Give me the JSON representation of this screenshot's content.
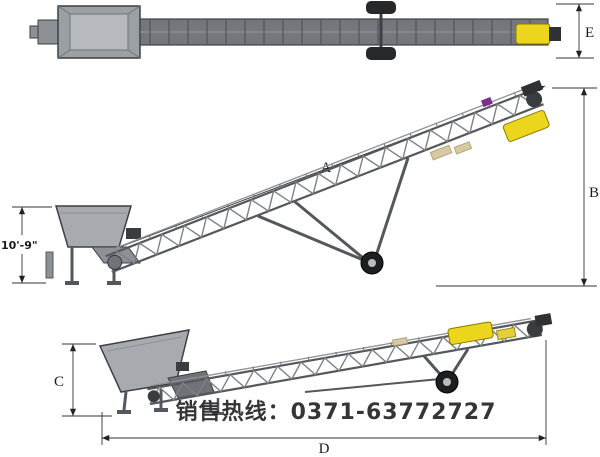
{
  "labels": {
    "A": "A",
    "B": "B",
    "C": "C",
    "D": "D",
    "E": "E",
    "hopper_height": "10'-9\""
  },
  "watermark": {
    "text": "销售热线：0371-63772727",
    "color": "#F7A41D"
  },
  "colors": {
    "machine_gray": "#A7ABB0",
    "truss_steel": "#54585C",
    "accent_yellow": "#ECD51D",
    "tarp_tan": "#D8C9A3",
    "wheel_black": "#1D1F21",
    "outline": "#3C4043",
    "dimension_line": "#333333"
  }
}
